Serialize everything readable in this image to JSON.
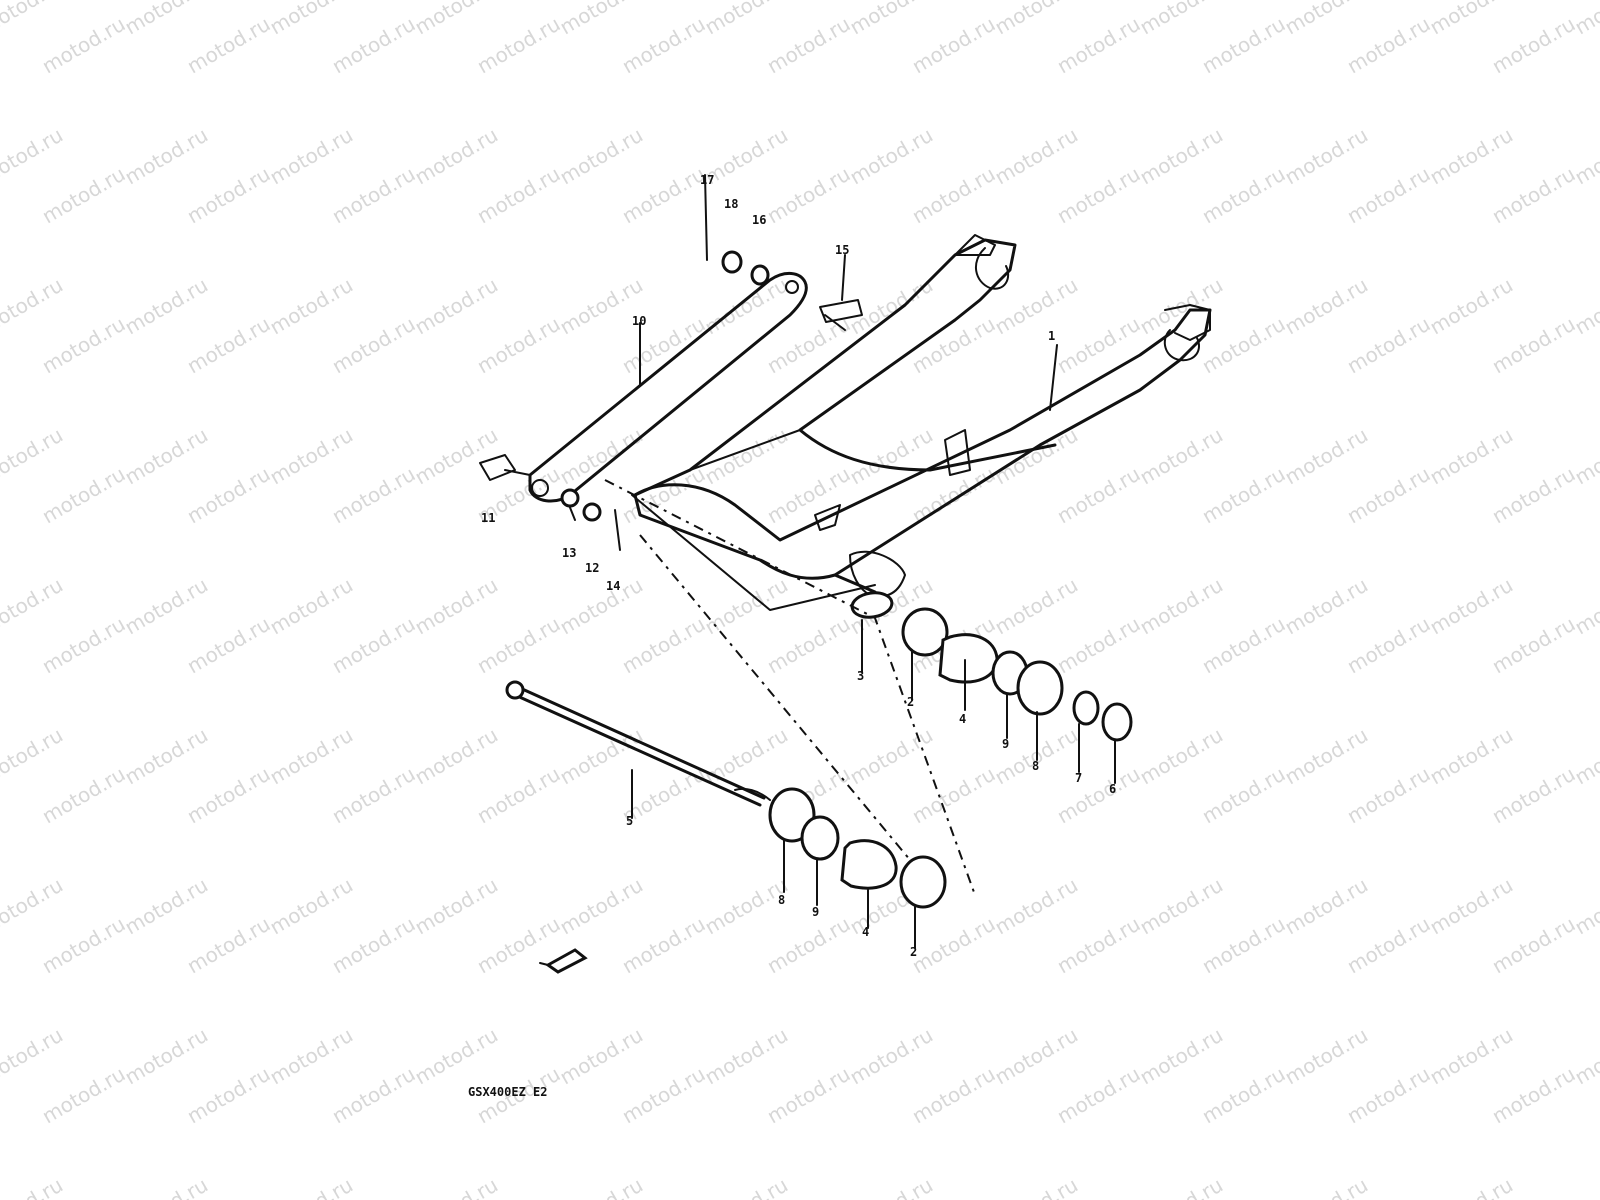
{
  "watermark": {
    "text": "motod.ru",
    "color": "#d7d7d7"
  },
  "diagram": {
    "caption": "GSX400EZ E2",
    "callouts": [
      "1",
      "2",
      "3",
      "4",
      "5",
      "6",
      "7",
      "8",
      "9",
      "10",
      "11",
      "12",
      "13",
      "14",
      "15",
      "16",
      "17",
      "18",
      "2",
      "4",
      "8",
      "9"
    ]
  },
  "colors": {
    "ink": "#111111",
    "background": "#ffffff"
  }
}
